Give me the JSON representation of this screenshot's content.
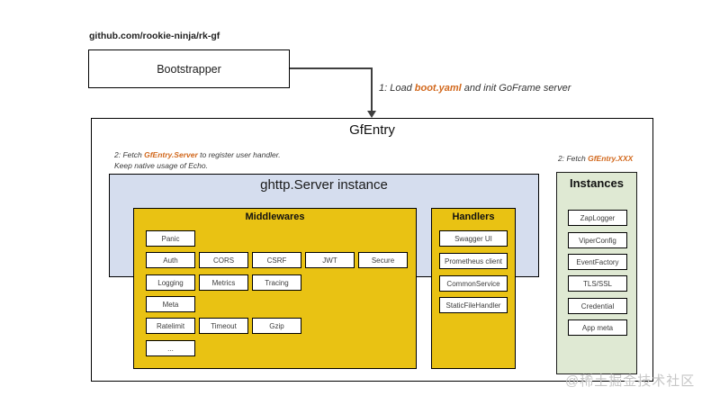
{
  "colors": {
    "accent_orange": "#d2691e",
    "yellow_panel": "#e9c213",
    "blue_panel": "#d5ddee",
    "green_panel": "#dfe9d3",
    "watermark_gray": "#c6c6c6"
  },
  "repo_label": "github.com/rookie-ninja/rk-gf",
  "bootstrapper": {
    "label": "Bootstrapper"
  },
  "arrow_note": {
    "prefix": "1: Load ",
    "highlight": "boot.yaml",
    "suffix": " and init GoFrame server"
  },
  "gfentry": {
    "title": "GfEntry",
    "server_note": {
      "prefix": "2: Fetch ",
      "highlight": "GfEntry.Server",
      "suffix": " to register user handler.",
      "line2": "Keep native usage of Echo."
    },
    "xxx_note": {
      "prefix": "2: Fetch ",
      "highlight": "GfEntry.XXX"
    },
    "server_instance": {
      "title": "ghttp.Server instance",
      "middlewares": {
        "title": "Middlewares",
        "rows": [
          [
            "Panic"
          ],
          [
            "Auth",
            "CORS",
            "CSRF",
            "JWT",
            "Secure"
          ],
          [
            "Logging",
            "Metrics",
            "Tracing"
          ],
          [
            "Meta"
          ],
          [
            "Ratelimit",
            "Timeout",
            "Gzip"
          ],
          [
            "..."
          ]
        ]
      },
      "handlers": {
        "title": "Handlers",
        "items": [
          "Swagger UI",
          "Prometheus client",
          "CommonService",
          "StaticFileHandler"
        ]
      }
    },
    "instances": {
      "title": "Instances",
      "items": [
        "ZapLogger",
        "ViperConfig",
        "EventFactory",
        "TLS/SSL",
        "Credential",
        "App meta"
      ]
    }
  },
  "watermark": "@稀土掘金技术社区"
}
